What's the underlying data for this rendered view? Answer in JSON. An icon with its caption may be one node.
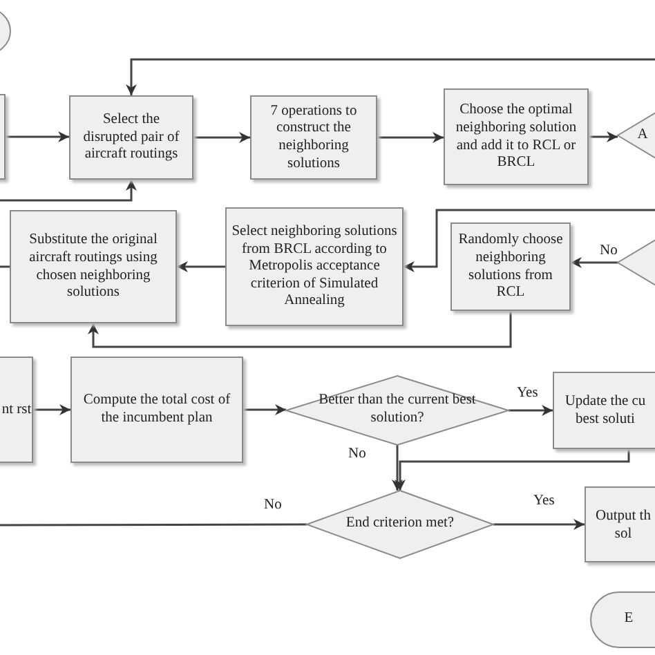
{
  "diagram": {
    "nodes": [
      {
        "text": [],
        "shape": "circle"
      },
      {
        "text": [],
        "shape": "box"
      },
      {
        "text": [
          "Select the disrupted pair of aircraft routings"
        ]
      },
      {
        "text": [
          "7 operations to construct the neighboring solutions"
        ]
      },
      {
        "text": [
          "Choose the optimal neighboring solution and add it to RCL or BRCL"
        ]
      },
      {
        "text": [
          "A"
        ]
      },
      {
        "text": [
          "Substitute the original aircraft routings using chosen neighboring solutions"
        ]
      },
      {
        "text": [
          "Select neighboring solutions from BRCL according to Metropolis acceptance criterion of Simulated Annealing"
        ]
      },
      {
        "text": [
          "Randomly choose neighboring solutions from RCL"
        ]
      },
      {
        "text": [],
        "shape": "diamond"
      },
      {
        "text": [
          "nt rst"
        ]
      },
      {
        "text": [
          "Compute the total cost of the incumbent plan"
        ]
      },
      {
        "text": [
          "Better than the current best solution?"
        ]
      },
      {
        "text": [
          "Update the cu best soluti"
        ]
      },
      {
        "text": [
          "End criterion met?"
        ]
      },
      {
        "text": [
          "Output th sol"
        ]
      },
      {
        "text": [
          "E"
        ]
      }
    ],
    "edges": [
      {
        "from": 1,
        "to": 2,
        "arrow": "to"
      },
      {
        "from": 2,
        "to": 3,
        "arrow": "to"
      },
      {
        "from": 3,
        "to": 4,
        "arrow": "to"
      },
      {
        "from": 4,
        "to": 5,
        "arrow": "to"
      },
      {
        "from": null,
        "to": 2,
        "arrow": "to"
      },
      {
        "from": 6,
        "to": 2,
        "arrow": "to"
      },
      {
        "from": null,
        "to": 7,
        "arrow": "to"
      },
      {
        "from": 9,
        "to": 8,
        "arrow": "to",
        "label": "No"
      },
      {
        "from": 7,
        "to": 6,
        "arrow": "to"
      },
      {
        "from": 8,
        "to": 6,
        "arrow": "to"
      },
      {
        "from": 10,
        "to": 11,
        "arrow": "to"
      },
      {
        "from": 11,
        "to": 12,
        "arrow": "to"
      },
      {
        "from": 12,
        "to": 13,
        "arrow": "to",
        "label": "Yes"
      },
      {
        "from": 12,
        "to": 14,
        "arrow": "to",
        "label": "No"
      },
      {
        "from": 13,
        "to": 14,
        "arrow": "to"
      },
      {
        "from": 14,
        "to": 15,
        "arrow": "to",
        "label": "Yes"
      },
      {
        "from": 14,
        "to": null,
        "arrow": "none",
        "label": "No"
      }
    ]
  }
}
